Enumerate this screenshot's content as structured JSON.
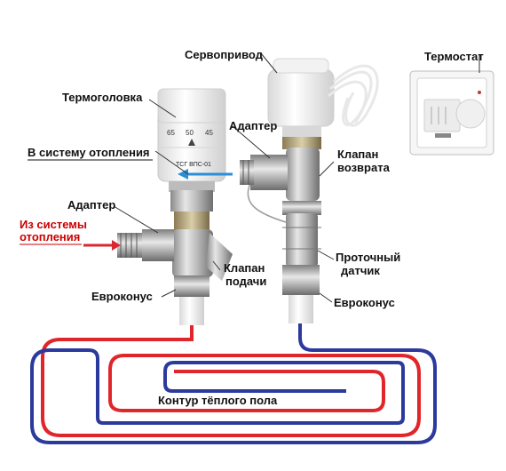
{
  "labels": {
    "servo": "Сервопривод",
    "thermostat": "Термостат",
    "thermohead": "Термоголовка",
    "adapter_right": "Адаптер",
    "to_system": "В систему отопления",
    "return_valve_l1": "Клапан",
    "return_valve_l2": "возврата",
    "adapter_left": "Адаптер",
    "from_system_l1": "Из системы",
    "from_system_l2": "отопления",
    "flow_sensor_l1": "Проточный",
    "flow_sensor_l2": "датчик",
    "supply_valve_l1": "Клапан",
    "supply_valve_l2": "подачи",
    "euroconus_left": "Евроконус",
    "euroconus_right": "Евроконус",
    "floor_loop": "Контур тёплого пола"
  },
  "thermohead_scale": [
    "65",
    "50",
    "45"
  ],
  "thermohead_text": "ТСГ ВПС-01",
  "colors": {
    "hot_pipe": "#e0262b",
    "cold_pipe": "#2b3a9c",
    "brass_silver": "#b8b8b8",
    "arrow_red": "#d9282f",
    "arrow_blue": "#2a8fd6"
  }
}
